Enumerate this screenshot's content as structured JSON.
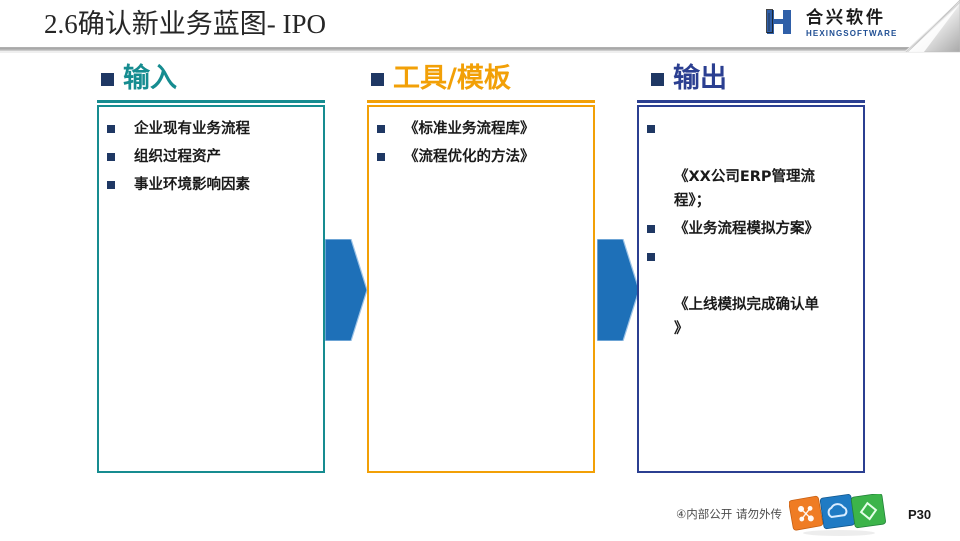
{
  "header": {
    "title": "2.6确认新业务蓝图- IPO",
    "logo": {
      "cn": "合兴软件",
      "en": "HEXINGSOFTWARE",
      "monogram": "H"
    }
  },
  "colors": {
    "input_accent": "#168c90",
    "tools_accent": "#f2a007",
    "output_accent": "#2b3f91",
    "bullet": "#1f3864",
    "arrow": "#1e70b8",
    "title_text": "#262626"
  },
  "columns": [
    {
      "key": "input",
      "heading": "输入",
      "heading_color": "#168c90",
      "border_color": "#168c90",
      "bullet_color": "#1f3864",
      "items": [
        "企业现有业务流程",
        "组织过程资产",
        "事业环境影响因素"
      ]
    },
    {
      "key": "tools",
      "heading": "工具/模板",
      "heading_color": "#f2a007",
      "border_color": "#f2a007",
      "bullet_color": "#1f3864",
      "items": [
        "《标准业务流程库》",
        "《流程优化的方法》"
      ]
    },
    {
      "key": "output",
      "heading": "输出",
      "heading_color": "#2b3f91",
      "border_color": "#2b3f91",
      "bullet_color": "#1f3864",
      "items": [
        "《XX公司ERP管理流\n程》；",
        "《业务流程模拟方案》",
        "《上线模拟完成确认单\n》"
      ]
    }
  ],
  "arrows": [
    {
      "name": "arrow-input-to-tools"
    },
    {
      "name": "arrow-tools-to-output"
    }
  ],
  "footer": {
    "confidential_note": "④内部公开 请勿外传",
    "page_number": "P30",
    "cubes": [
      {
        "name": "cube-orange",
        "color": "#ef7c24",
        "glyph": "molecule"
      },
      {
        "name": "cube-blue",
        "color": "#1f7bc4",
        "glyph": "cloud"
      },
      {
        "name": "cube-green",
        "color": "#3cb44a",
        "glyph": "diamond"
      }
    ]
  }
}
